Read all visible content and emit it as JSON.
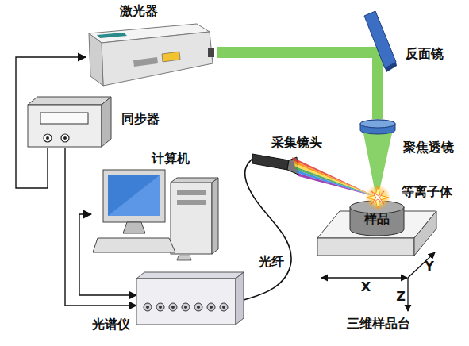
{
  "diagram": {
    "nodes": [
      {
        "text": [
          "激光器"
        ]
      },
      {
        "text": [
          "反面镜"
        ]
      },
      {
        "text": [
          "同步器"
        ]
      },
      {
        "text": [
          "聚焦透镜"
        ]
      },
      {
        "text": [
          "计算机"
        ]
      },
      {
        "text": [
          "采集镜头"
        ]
      },
      {
        "text": [
          "三维样品台"
        ]
      },
      {
        "text": [
          "样品"
        ],
        "in": 6
      },
      {
        "text": [
          "光谱仪"
        ]
      }
    ],
    "edges": [
      {
        "from": 2,
        "to": 0,
        "arrow": "to"
      },
      {
        "from": 2,
        "to": 8,
        "arrow": "to"
      },
      {
        "from": 4,
        "to": 8,
        "arrow": "both"
      },
      {
        "from": 5,
        "to": 8,
        "label": "光纤",
        "arrow": "none"
      },
      {
        "from": 0,
        "to": 1,
        "arrow": "none"
      },
      {
        "from": 1,
        "to": 3,
        "arrow": "none"
      },
      {
        "from": 3,
        "to": 7,
        "arrow": "none"
      }
    ],
    "labels": [
      "等离子体",
      "X",
      "Y",
      "Z"
    ]
  }
}
